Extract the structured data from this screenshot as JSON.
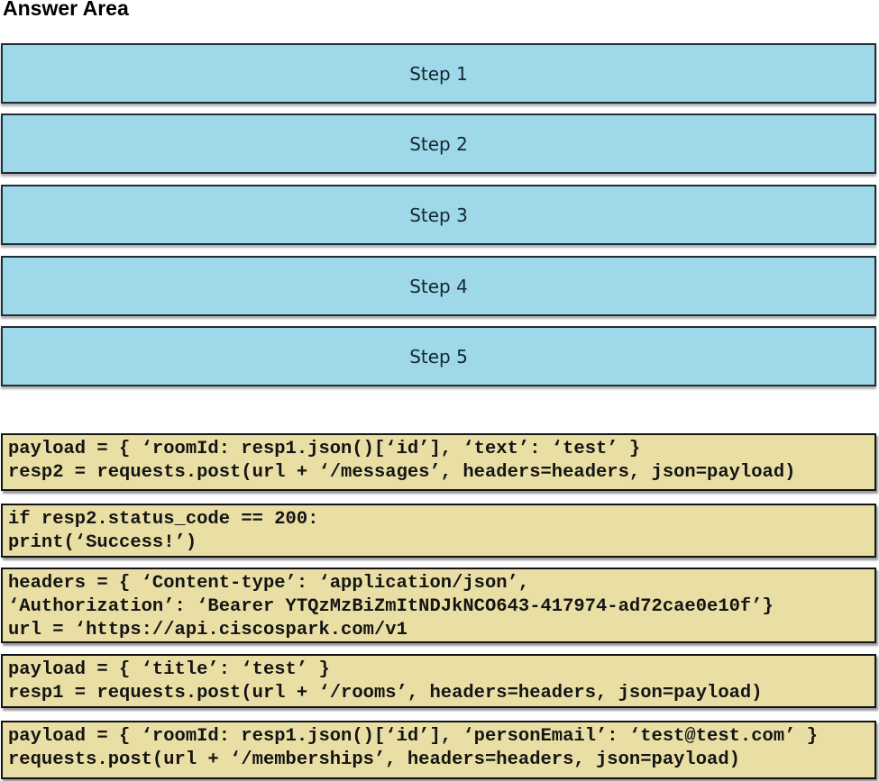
{
  "page": {
    "title": "Answer Area"
  },
  "colors": {
    "step_fill": "#9fd8e8",
    "step_border": "#1d2d38",
    "code_fill": "#e9dfa5",
    "code_border": "#141414",
    "background": "#ffffff"
  },
  "steps": [
    {
      "label": "Step 1"
    },
    {
      "label": "Step 2"
    },
    {
      "label": "Step 3"
    },
    {
      "label": "Step 4"
    },
    {
      "label": "Step 5"
    }
  ],
  "code_options": [
    {
      "lines": [
        "payload = { ‘roomId: resp1.json()[‘id’], ‘text’: ‘test’ }",
        "resp2 = requests.post(url + ‘/messages’, headers=headers, json=payload)"
      ]
    },
    {
      "lines": [
        "if resp2.status_code == 200:",
        "print(‘Success!’)"
      ]
    },
    {
      "lines": [
        "headers = { ‘Content-type’: ‘application/json’,",
        "‘Authorization’: ‘Bearer YTQzMzBiZmItNDJkNCO643-417974-ad72cae0e10f’}",
        "url = ‘https://api.ciscospark.com/v1"
      ]
    },
    {
      "lines": [
        "payload = { ‘title’: ‘test’ }",
        "resp1 = requests.post(url + ‘/rooms’, headers=headers, json=payload)"
      ]
    },
    {
      "lines": [
        "payload = { ‘roomId: resp1.json()[‘id’], ‘personEmail’: ‘test@test.com’ }",
        "requests.post(url + ‘/memberships’, headers=headers, json=payload)"
      ]
    }
  ]
}
